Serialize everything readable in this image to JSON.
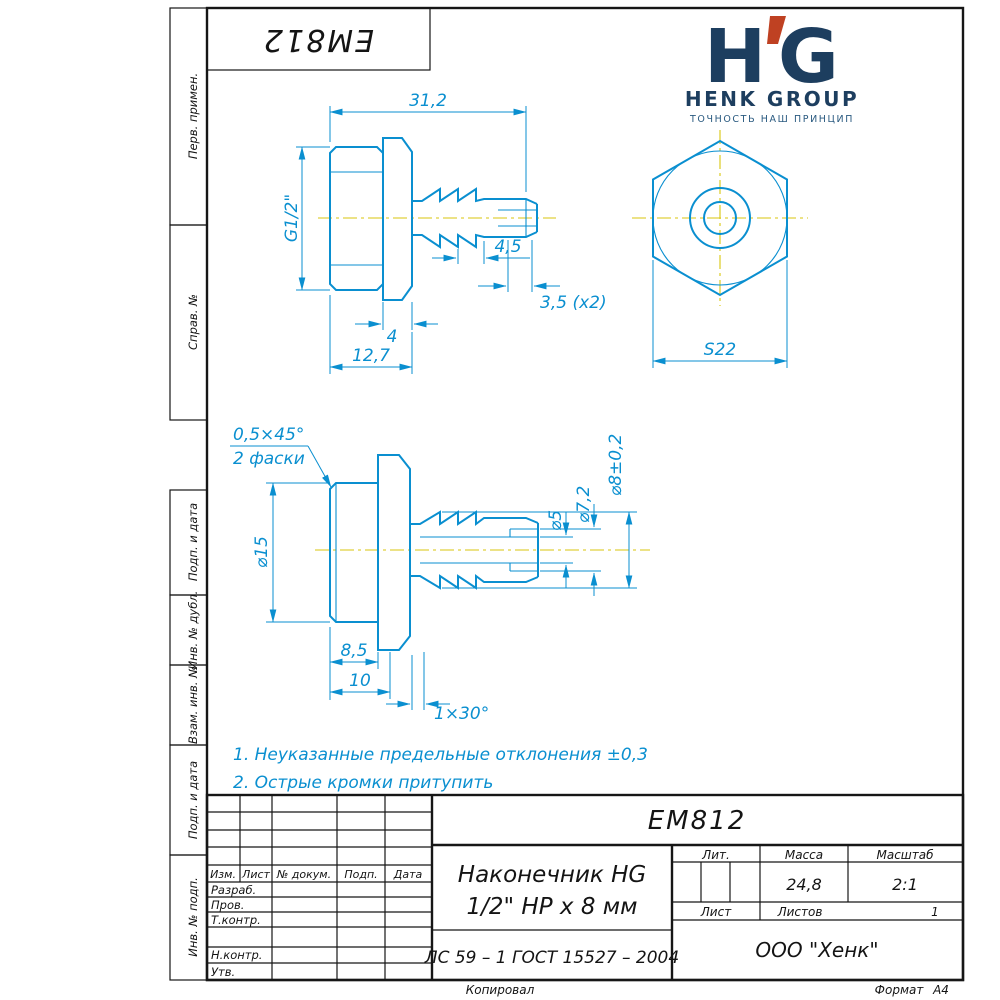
{
  "stamp": {
    "code": "EM812"
  },
  "logo": {
    "h": "H",
    "g": "G",
    "name": "HENK GROUP",
    "tagline": "ТОЧНОСТЬ НАШ ПРИНЦИП"
  },
  "strip": {
    "l1": "Перв. примен.",
    "l2": "Справ. №",
    "l3": "Подп. и дата",
    "l4": "Инв. № дубл.",
    "l5": "Взам. инв. №",
    "l6": "Подп. и дата",
    "l7": "Инв. № подп."
  },
  "view_side": {
    "len": "31,2",
    "thread": "G1/2\"",
    "barb_len": "4,5",
    "barb_pitch": "3,5 (x2)",
    "collar": "4",
    "head": "12,7"
  },
  "view_front": {
    "af": "S22"
  },
  "view_section": {
    "chamfer1": "0,5×45°",
    "chamfer2": "2 фаски",
    "d15": "⌀15",
    "d8": "⌀8±0,2",
    "d5": "⌀5",
    "d72": "⌀7,2",
    "l85": "8,5",
    "l10": "10",
    "c130": "1×30°"
  },
  "notes": {
    "n1": "1. Неуказанные предельные отклонения ±0,3",
    "n2": "2. Острые кромки притупить"
  },
  "tb": {
    "doc": "EM812",
    "name1": "Наконечник HG",
    "name2": "1/2\" НР х 8 мм",
    "material": "ЛС 59 – 1 ГОСТ 15527 – 2004",
    "company": "ООО \"Хенк\"",
    "lit": "Лит.",
    "mass": "Масса",
    "scale": "Масштаб",
    "mass_v": "24,8",
    "scale_v": "2:1",
    "sheet": "Лист",
    "sheets": "Листов",
    "sheets_v": "1",
    "izm": "Изм.",
    "list": "Лист",
    "doc_no": "№ докум.",
    "podp": "Подп.",
    "data": "Дата",
    "razrab": "Разраб.",
    "prov": "Пров.",
    "tkontr": "Т.контр.",
    "nkontr": "Н.контр.",
    "utv": "Утв."
  },
  "footer": {
    "copied": "Копировал",
    "format": "Формат",
    "format_v": "А4"
  }
}
